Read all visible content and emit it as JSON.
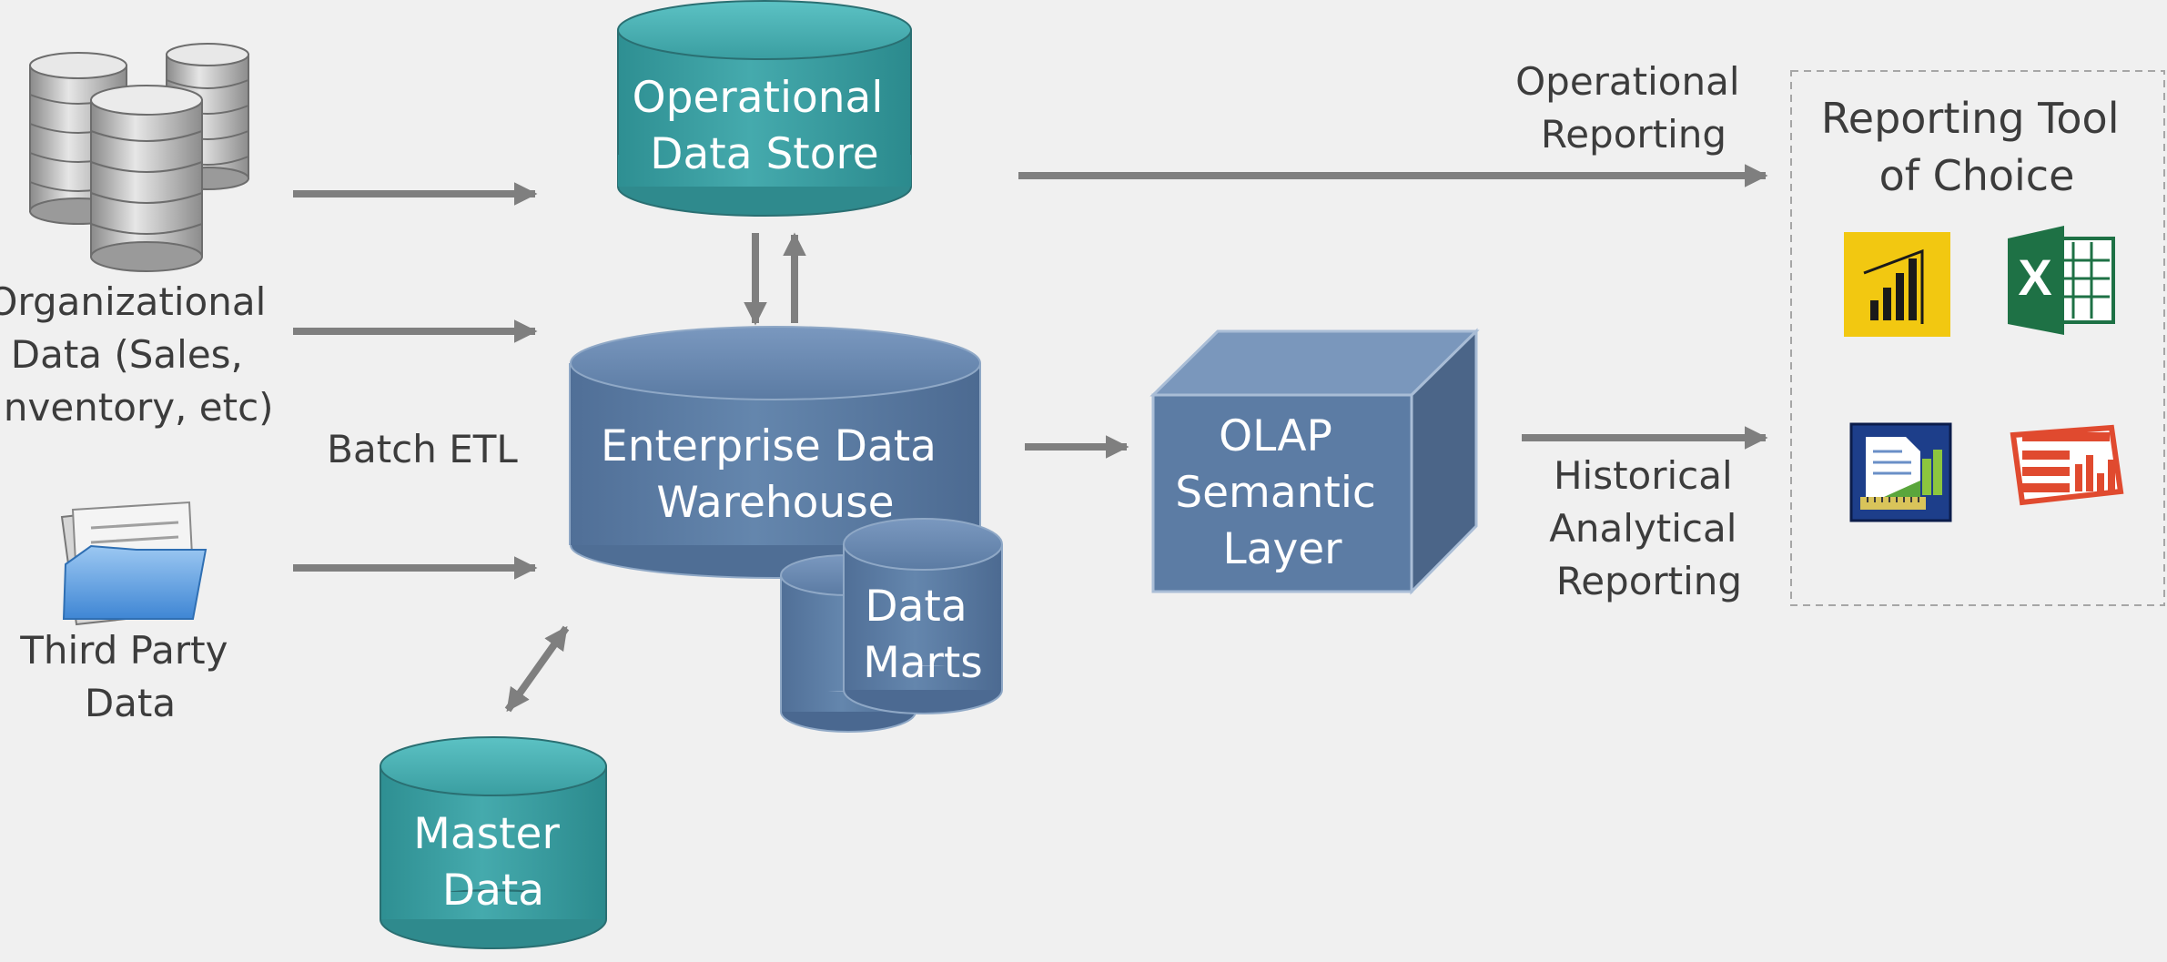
{
  "sources": {
    "org_data": [
      "Organizational",
      "Data (Sales,",
      "Inventory, etc)"
    ],
    "third_party": [
      "Third Party",
      "Data"
    ],
    "batch_etl": "Batch ETL"
  },
  "stores": {
    "ods": [
      "Operational",
      "Data Store"
    ],
    "edw": [
      "Enterprise Data",
      "Warehouse"
    ],
    "marts": [
      "Data",
      "Marts"
    ],
    "master": [
      "Master",
      "Data"
    ],
    "olap": [
      "OLAP",
      "Semantic",
      "Layer"
    ]
  },
  "flows": {
    "operational": [
      "Operational",
      "Reporting"
    ],
    "historical": [
      "Historical",
      "Analytical",
      "Reporting"
    ]
  },
  "reporting": {
    "title": [
      "Reporting Tool",
      "of Choice"
    ],
    "tools": [
      "power-bi-icon",
      "excel-icon",
      "report-builder-icon",
      "ssrs-icon"
    ]
  },
  "colors": {
    "teal": "#3a9ea1",
    "blue": "#5b7ba3",
    "arrow": "#7f7f7f",
    "text": "#3c3c3c",
    "excel_green": "#1e7145",
    "powerbi_yellow": "#f2c811",
    "ssrs_red": "#e04a2f"
  }
}
